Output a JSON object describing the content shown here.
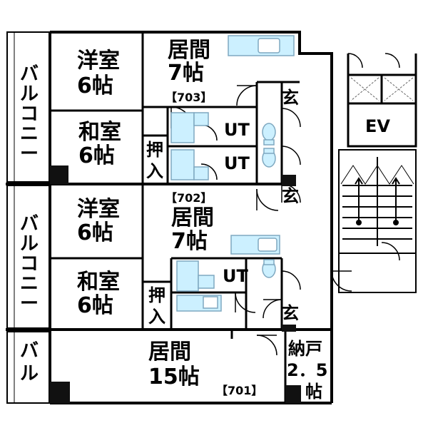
{
  "units": {
    "u703": "【703】",
    "u702": "【702】",
    "u701": "【701】"
  },
  "rooms": {
    "youshitsu": "洋室",
    "washitsu": "和室",
    "ima": "居間",
    "size6": "6帖",
    "size7": "7帖",
    "size15": "15帖",
    "ut": "UT",
    "oshiire_1": "押",
    "oshiire_2": "入",
    "genkan": "玄",
    "nando": "納戸",
    "nando_size_1": "2．5",
    "nando_size_2": "帖"
  },
  "balcony": {
    "full": [
      "バ",
      "ル",
      "コ",
      "ニ",
      "ー"
    ],
    "short": [
      "バ",
      "ル"
    ]
  },
  "elevator": "EV",
  "colors": {
    "wall": "#000000",
    "fixture_fill": "#ccf0ff",
    "fixture_line": "#7fa8c0",
    "column": "#111111"
  }
}
